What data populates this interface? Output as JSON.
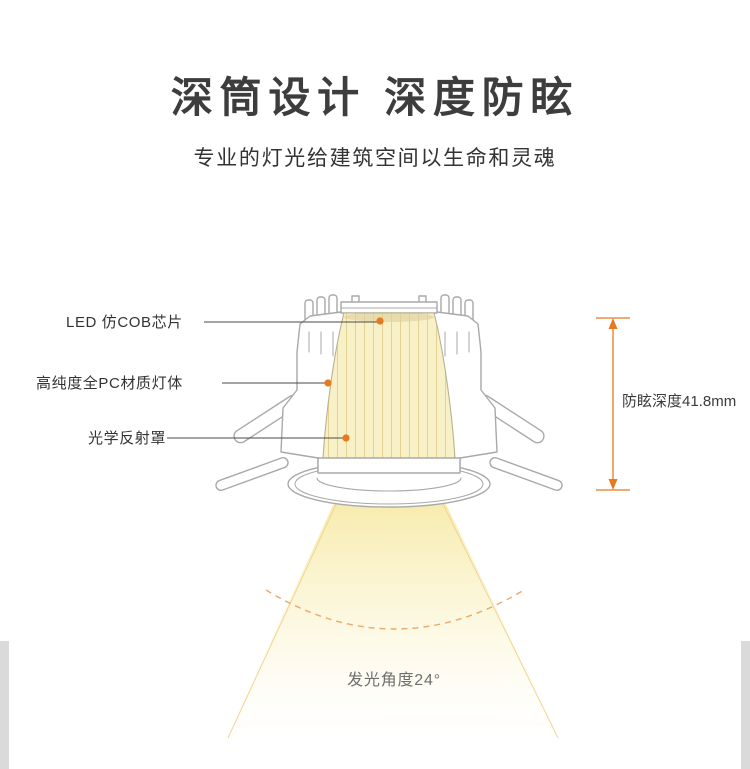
{
  "page": {
    "title": "深筒设计 深度防眩",
    "subtitle": "专业的灯光给建筑空间以生命和灵魂"
  },
  "diagram": {
    "callouts": [
      {
        "id": "led-chip",
        "label": "LED 仿COB芯片"
      },
      {
        "id": "pc-body",
        "label": "高纯度全PC材质灯体"
      },
      {
        "id": "reflector",
        "label": "光学反射罩"
      }
    ],
    "measurement": {
      "label": "防眩深度41.8mm"
    },
    "beam": {
      "angle_label": "发光角度24°"
    }
  },
  "colors": {
    "accent_orange": "#e8791e",
    "diagram_line_gray": "#a9a9a9",
    "beam_yellow": "#f7edb4",
    "reflector_fill": "#f8f1c8",
    "text_dark": "#333333",
    "text_gray": "#6f6f6f"
  }
}
